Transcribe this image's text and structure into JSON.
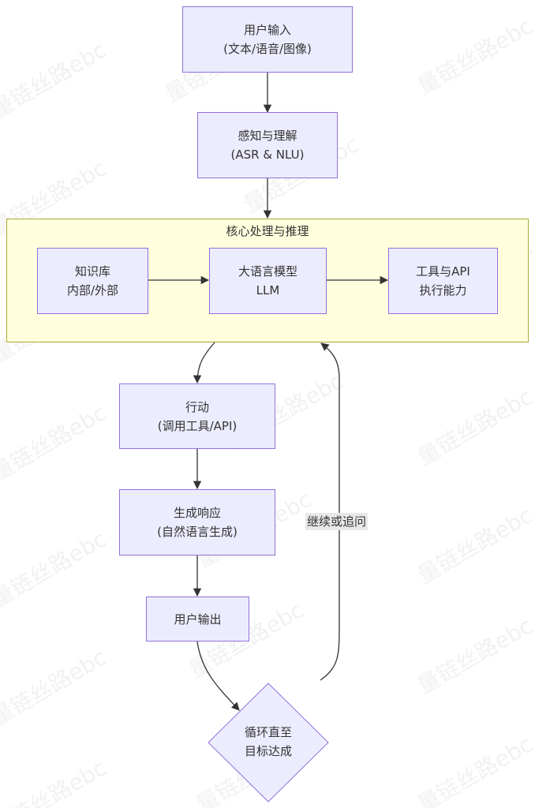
{
  "nodes": {
    "user_input": {
      "line1": "用户输入",
      "line2": "(文本/语音/图像)"
    },
    "perception": {
      "line1": "感知与理解",
      "line2": "(ASR & NLU)"
    },
    "knowledge": {
      "line1": "知识库",
      "line2": "内部/外部"
    },
    "llm": {
      "line1": "大语言模型",
      "line2": "LLM"
    },
    "tools": {
      "line1": "工具与API",
      "line2": "执行能力"
    },
    "action": {
      "line1": "行动",
      "line2": "(调用工具/API)"
    },
    "response": {
      "line1": "生成响应",
      "line2": "(自然语言生成)"
    },
    "output": {
      "line1": "用户输出"
    },
    "loop": {
      "line1": "循环直至",
      "line2": "目标达成"
    }
  },
  "subgraph": {
    "title": "核心处理与推理"
  },
  "edge_labels": {
    "continue": "继续或追问"
  },
  "watermark": "量链丝路ebc",
  "colors": {
    "node_fill": "#ececff",
    "node_stroke": "#9370db",
    "cluster_fill": "#ffffde",
    "cluster_stroke": "#aaaa33",
    "edge": "#333333"
  }
}
